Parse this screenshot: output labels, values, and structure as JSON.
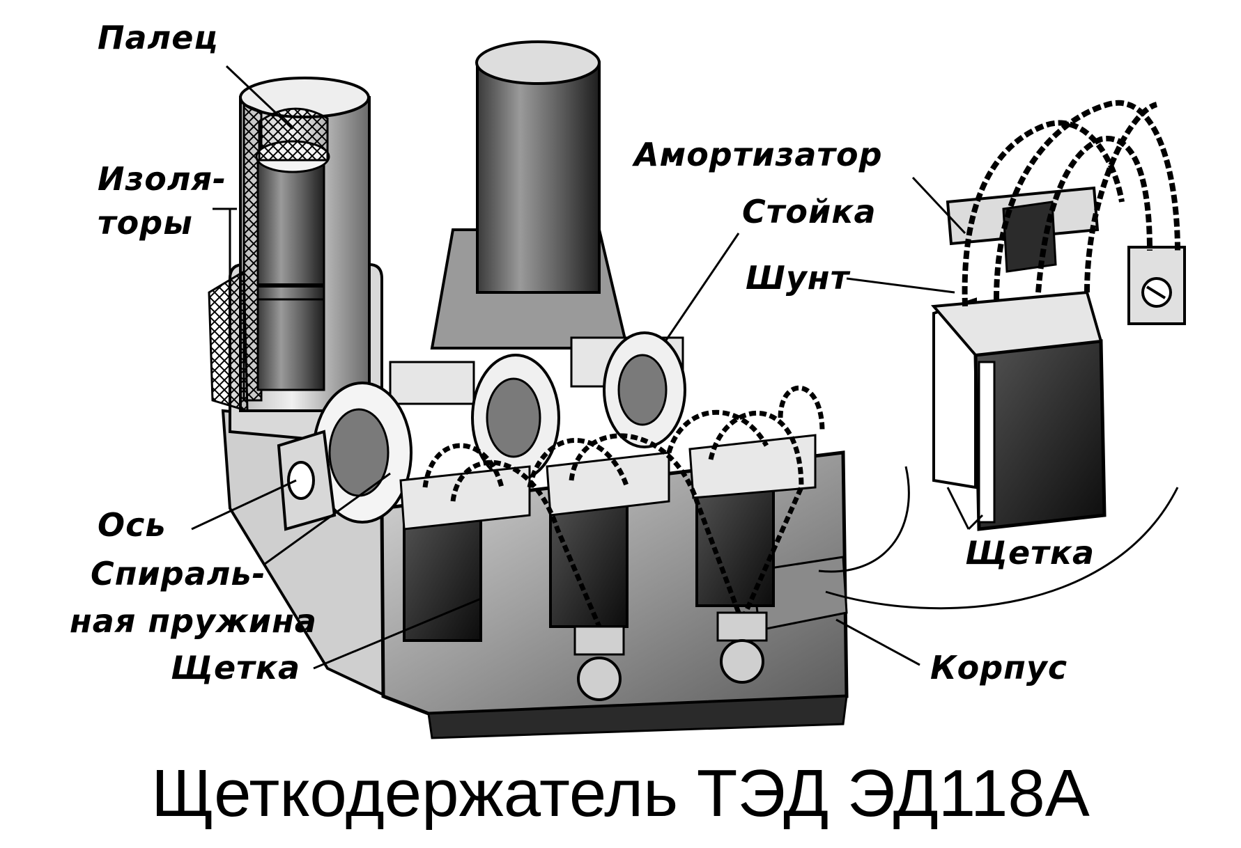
{
  "labels": {
    "palets": "Палец",
    "izolyatory_1": "Изоля-",
    "izolyatory_2": "торы",
    "amortizator": "Амортизатор",
    "stoika": "Стойка",
    "shunt": "Шунт",
    "os": "Ось",
    "spiral_1": "Спираль-",
    "spiral_2": "ная пружина",
    "shchetka_left": "Щетка",
    "shchetka_right": "Щетка",
    "korpus": "Корпус"
  },
  "caption": "Щеткодержатель ТЭД ЭД118А",
  "colors": {
    "ink": "#000000",
    "paper": "#ffffff",
    "metal_dark": "#2a2a2a",
    "metal_mid": "#6a6a6a",
    "metal_light": "#bdbdbd"
  }
}
